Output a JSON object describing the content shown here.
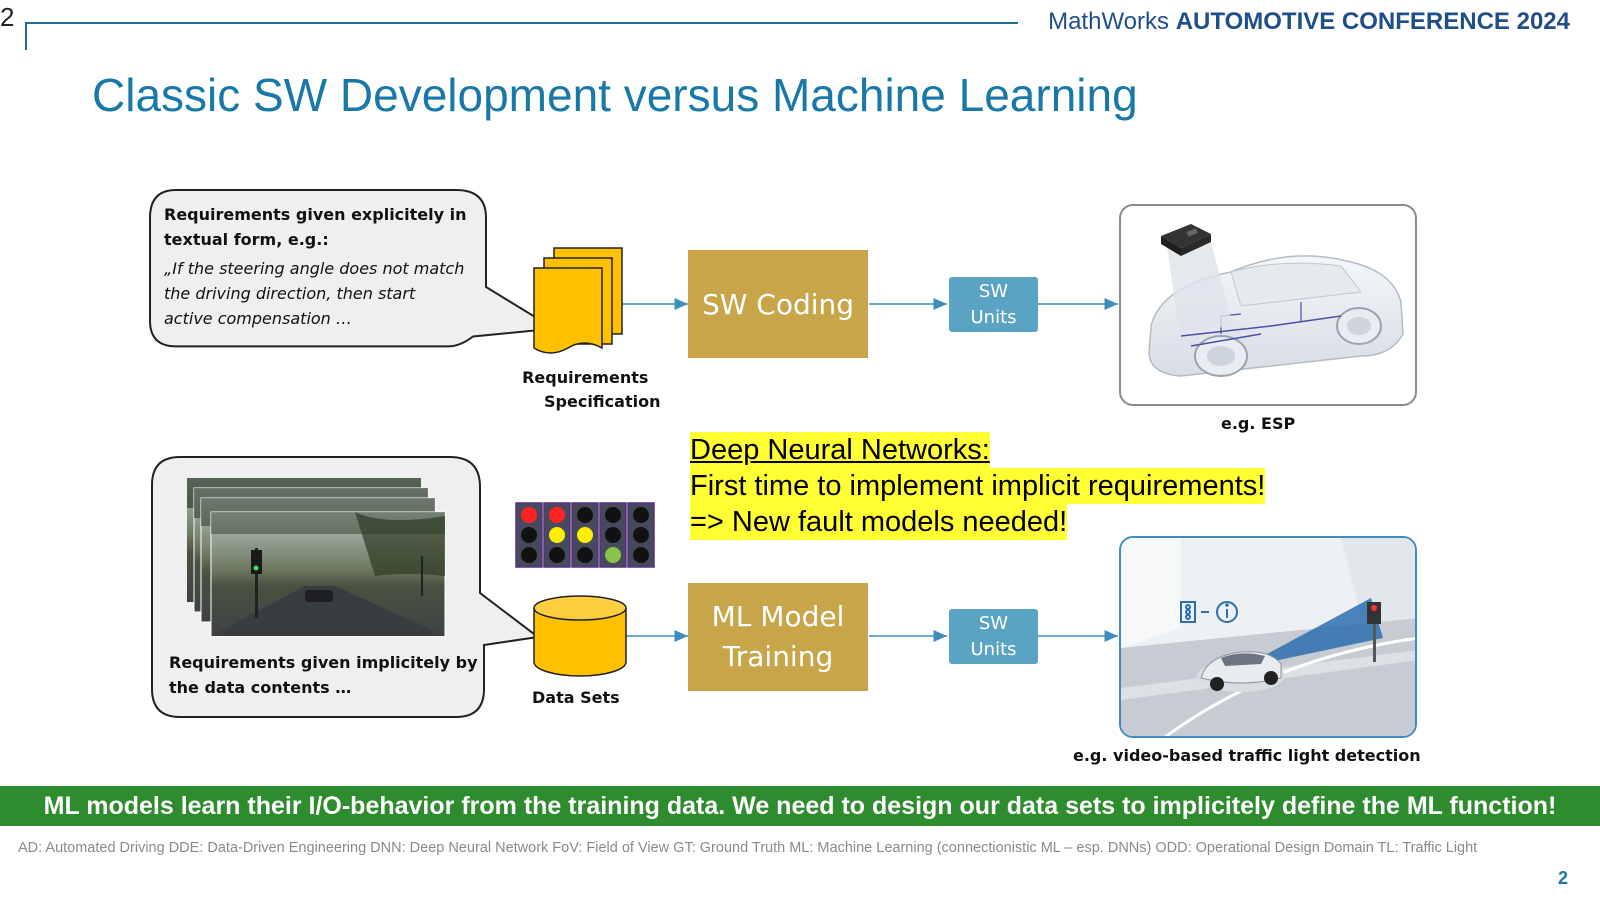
{
  "header": {
    "slide_number": "2",
    "conference_brand": "MathWorks",
    "conference_name": "AUTOMOTIVE CONFERENCE 2024",
    "title": "Classic SW Development versus Machine Learning"
  },
  "classic_row": {
    "callout_line1": "Requirements given explicitely in",
    "callout_line2": "textual form, e.g.:",
    "quote_line1": "„If the steering angle does not match",
    "quote_line2": "the driving direction, then start",
    "quote_line3": "active compensation …",
    "doc_label_line1": "Requirements",
    "doc_label_line2": "Specification",
    "process_label": "SW Coding",
    "units_line1": "SW",
    "units_line2": "Units",
    "example_label": "e.g. ESP"
  },
  "ml_row": {
    "callout_line1": "Requirements given implicitely by",
    "callout_line2": "the data contents …",
    "db_label": "Data Sets",
    "process_line1": "ML Model",
    "process_line2": "Training",
    "units_line1": "SW",
    "units_line2": "Units",
    "example_label": "e.g. video-based traffic light detection"
  },
  "highlight": {
    "line1": "Deep Neural Networks:",
    "line2": "First time to implement implicit requirements!",
    "line3": "=> New fault models needed!"
  },
  "colors": {
    "accent_blue": "#1878a8",
    "process_gold": "#c9a54a",
    "units_blue": "#5aa3c3",
    "doc_yellow": "#ffc000",
    "banner_green": "#2e8b2e",
    "highlight_yellow": "#ffff33"
  },
  "banner": {
    "text": "ML models learn their I/O-behavior from the training data. We need to design our data sets to implicitely define the ML function!"
  },
  "footer": {
    "abbreviations": "AD: Automated Driving   DDE: Data-Driven Engineering   DNN: Deep Neural Network   FoV: Field of View   GT: Ground Truth   ML: Machine Learning (connectionistic ML – esp. DNNs)   ODD: Operational Design Domain   TL: Traffic Light",
    "page_number": "2"
  }
}
